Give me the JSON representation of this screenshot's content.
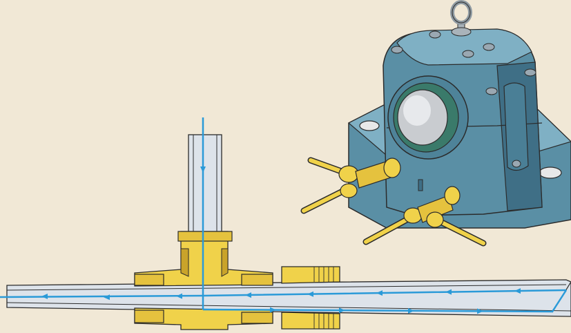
{
  "scene": {
    "subject": "oil-circulation-lubrication-of-plummer-block",
    "components": [
      "plummer-block-housing",
      "bearing",
      "eye-bolt",
      "inlet-pipe",
      "outlet-pipe",
      "pipe-fittings",
      "tee-union",
      "return-tube"
    ],
    "flow_direction": [
      "down-into-tee",
      "right-to-left-in-upper-channel",
      "left-to-right-in-lower-channel"
    ]
  },
  "colors": {
    "background": "#f1e8d6",
    "flow_line": "#2a9ad8",
    "housing": "#5a8fa5",
    "housing_dark": "#3f6f86",
    "housing_light": "#7fb0c4",
    "brass": "#f0d24a",
    "brass_dark": "#b08a1c",
    "tube_fill": "#dde3ea",
    "outline": "#2b2b2b",
    "bearing_face": "#c9ccd0",
    "seal_ring": "#3a7a6a"
  }
}
